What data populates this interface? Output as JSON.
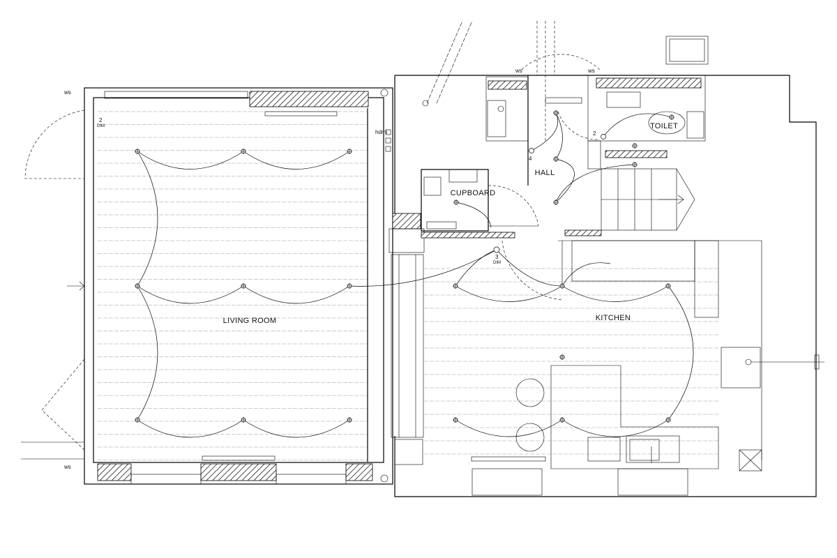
{
  "rooms": {
    "living_room": "LIVING ROOM",
    "kitchen": "KITCHEN",
    "hall": "HALL",
    "cupboard": "CUPBOARD",
    "toilet": "TOILET"
  },
  "annotations": {
    "ws": "ws",
    "dim_2": "2",
    "dim_label": "DIM",
    "dim_3": "3",
    "switch_2": "2",
    "switch_4": "4",
    "hdmi": "hdmi"
  },
  "colors": {
    "lines": "#000000",
    "floor_boards": "#9a9a9a",
    "background": "#ffffff"
  }
}
